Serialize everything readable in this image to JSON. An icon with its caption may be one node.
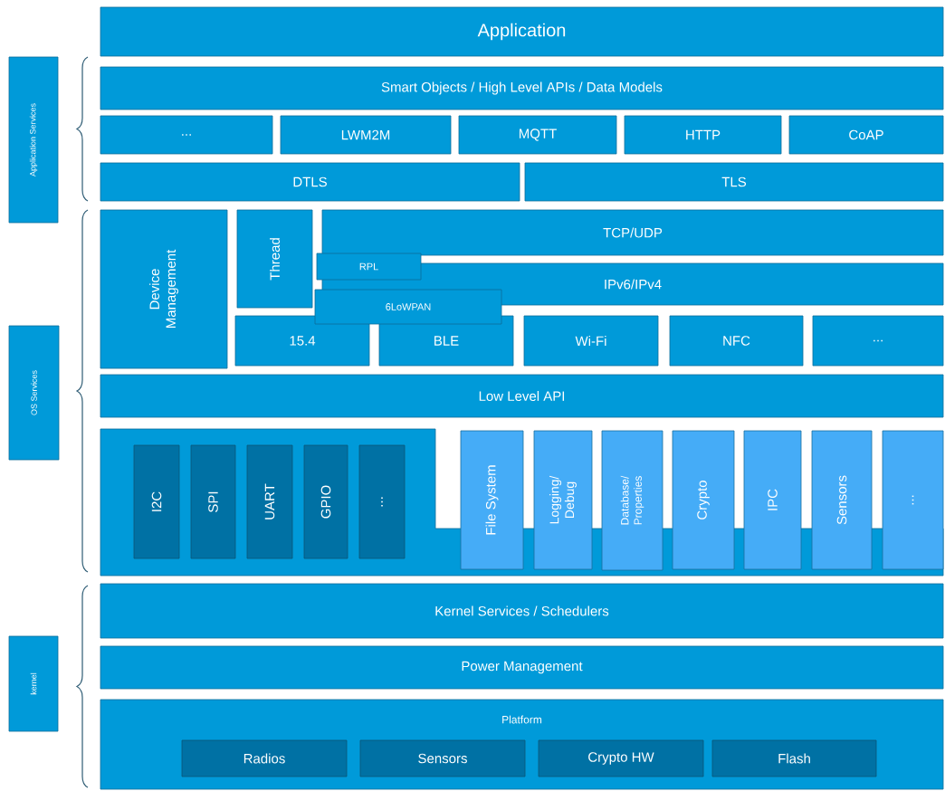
{
  "diagram": {
    "nodes": [
      {
        "text": [
          "Application"
        ]
      },
      {
        "text": [
          "Smart Objects / High Level APIs / Data Models"
        ]
      },
      {
        "text": [
          "..."
        ]
      },
      {
        "text": [
          "LWM2M"
        ]
      },
      {
        "text": [
          "MQTT"
        ]
      },
      {
        "text": [
          "HTTP"
        ]
      },
      {
        "text": [
          "CoAP"
        ]
      },
      {
        "text": [
          "DTLS"
        ]
      },
      {
        "text": [
          "TLS"
        ]
      },
      {
        "text": [
          "Device Management"
        ]
      },
      {
        "text": [
          "Thread"
        ]
      },
      {
        "text": [
          "TCP/UDP"
        ]
      },
      {
        "text": [
          "IPv6/IPv4"
        ]
      },
      {
        "text": [
          "RPL"
        ]
      },
      {
        "text": [
          "6LoWPAN"
        ]
      },
      {
        "text": [
          "15.4"
        ]
      },
      {
        "text": [
          "BLE"
        ]
      },
      {
        "text": [
          "Wi-Fi"
        ]
      },
      {
        "text": [
          "NFC"
        ]
      },
      {
        "text": [
          "..."
        ]
      },
      {
        "text": [
          "Low Level API"
        ]
      },
      {
        "text": [],
        "shape": "box"
      },
      {
        "text": [
          "I2C"
        ],
        "in": 21
      },
      {
        "text": [
          "SPI"
        ],
        "in": 21
      },
      {
        "text": [
          "UART"
        ],
        "in": 21
      },
      {
        "text": [
          "GPIO"
        ],
        "in": 21
      },
      {
        "text": [
          "..."
        ],
        "in": 21
      },
      {
        "text": [
          "File System"
        ]
      },
      {
        "text": [
          "Logging/ Debug"
        ]
      },
      {
        "text": [
          "Database/ Properties"
        ]
      },
      {
        "text": [
          "Crypto"
        ]
      },
      {
        "text": [
          "IPC"
        ]
      },
      {
        "text": [
          "Sensors"
        ]
      },
      {
        "text": [
          "..."
        ]
      },
      {
        "text": [
          "Kernel Services / Schedulers"
        ]
      },
      {
        "text": [
          "Power Management"
        ]
      },
      {
        "text": [
          "Platform"
        ]
      },
      {
        "text": [
          "Radios"
        ],
        "in": 36
      },
      {
        "text": [
          "Sensors"
        ],
        "in": 36
      },
      {
        "text": [
          "Crypto HW"
        ],
        "in": 36
      },
      {
        "text": [
          "Flash"
        ],
        "in": 36
      },
      {
        "text": [
          "Application Services"
        ]
      },
      {
        "text": [
          "OS Services"
        ]
      },
      {
        "text": [
          "kernel"
        ]
      }
    ]
  }
}
